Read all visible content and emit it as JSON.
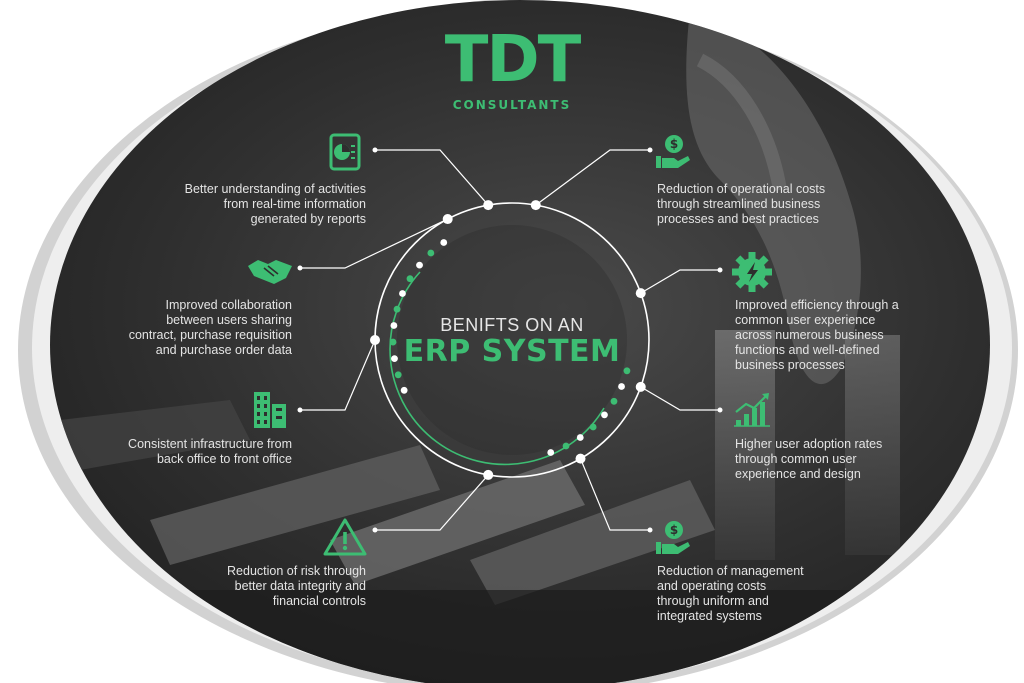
{
  "brand": {
    "logo_letters": "TDT",
    "tagline": "CONSULTANTS"
  },
  "colors": {
    "accent": "#3dbd73",
    "background_dark": "#2e2e2e",
    "text_light": "#e4e4e4"
  },
  "center": {
    "line1": "BENIFTS ON AN",
    "line2": "ERP SYSTEM"
  },
  "benefits": [
    {
      "id": "reports",
      "icon": "report-chart-icon",
      "side": "left",
      "text": "Better understanding of activities from real-time information generated by reports",
      "lines": [
        "Better understanding of activities",
        "from real-time information",
        "generated by reports"
      ]
    },
    {
      "id": "collaboration",
      "icon": "handshake-icon",
      "side": "left",
      "text": "Improved collaboration between users sharing contract, purchase requisition and purchase order data",
      "lines": [
        "Improved collaboration",
        "between users sharing",
        "contract, purchase requisition",
        "and purchase order data"
      ]
    },
    {
      "id": "infrastructure",
      "icon": "buildings-icon",
      "side": "left",
      "text": "Consistent infrastructure from back office to front office",
      "lines": [
        "Consistent infrastructure from",
        "back office to front office"
      ]
    },
    {
      "id": "risk",
      "icon": "warning-icon",
      "side": "left",
      "text": "Reduction of risk through better data integrity and financial controls",
      "lines": [
        "Reduction of risk through",
        "better data integrity and",
        "financial controls"
      ]
    },
    {
      "id": "opcosts",
      "icon": "hand-dollar-icon",
      "side": "right",
      "text": "Reduction of operational costs through streamlined business processes and best practices",
      "lines": [
        "Reduction of operational costs",
        "through streamlined business",
        "processes and best practices"
      ]
    },
    {
      "id": "efficiency",
      "icon": "gear-lightning-icon",
      "side": "right",
      "text": "Improved efficiency through a common user experience across numerous business functions and well-defined business processes",
      "lines": [
        "Improved efficiency through a",
        "common user experience",
        "across numerous business",
        "functions and well-defined",
        "business processes"
      ]
    },
    {
      "id": "adoption",
      "icon": "growth-chart-icon",
      "side": "right",
      "text": "Higher user adoption rates through common user experience and design",
      "lines": [
        "Higher user adoption rates",
        "through common user",
        "experience and design"
      ]
    },
    {
      "id": "mgmtcosts",
      "icon": "hand-dollar-icon",
      "side": "right",
      "text": "Reduction of management and operating costs through uniform and integrated systems",
      "lines": [
        "Reduction of management",
        "and operating costs",
        "through uniform and",
        "integrated systems"
      ]
    }
  ]
}
